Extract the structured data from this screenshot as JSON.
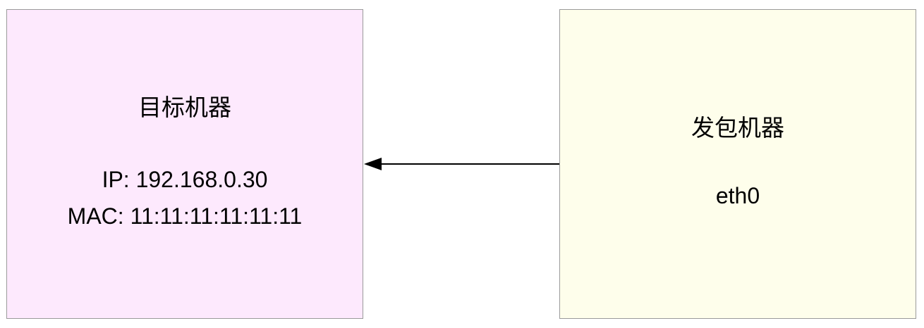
{
  "diagram": {
    "nodes": [
      {
        "id": "target",
        "title": "目标机器",
        "lines": [
          "IP: 192.168.0.30",
          "MAC: 11:11:11:11:11:11"
        ],
        "fill": "#fde9fd",
        "stroke": "#9a9a9a"
      },
      {
        "id": "sender",
        "title": "发包机器",
        "lines": [
          "eth0"
        ],
        "fill": "#fefeeb",
        "stroke": "#9a9a9a"
      }
    ],
    "edges": [
      {
        "from": "sender",
        "to": "target",
        "label": "",
        "color": "#000000"
      }
    ]
  }
}
